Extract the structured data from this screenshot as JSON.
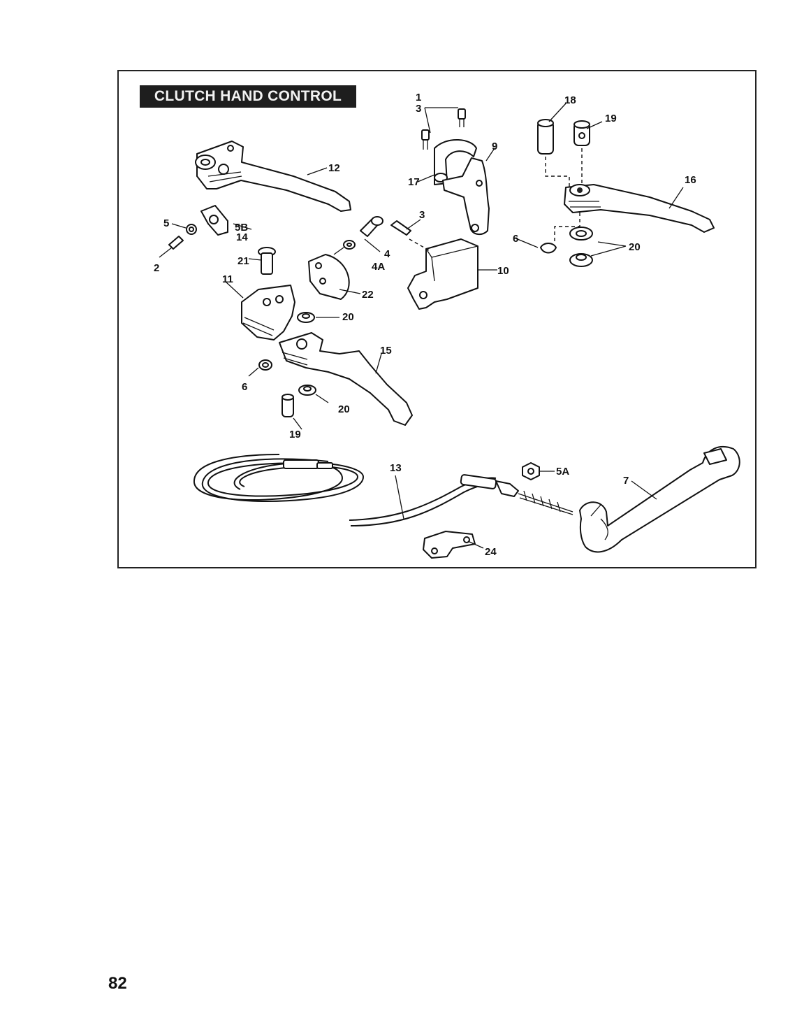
{
  "title": "CLUTCH HAND CONTROL",
  "page_number": "82",
  "callouts": [
    "1",
    "3",
    "18",
    "19",
    "9",
    "12",
    "17",
    "16",
    "3",
    "5",
    "5B",
    "14",
    "4",
    "2",
    "21",
    "4A",
    "6",
    "20",
    "10",
    "11",
    "22",
    "20",
    "15",
    "6",
    "20",
    "19",
    "13",
    "5A",
    "7",
    "24"
  ]
}
